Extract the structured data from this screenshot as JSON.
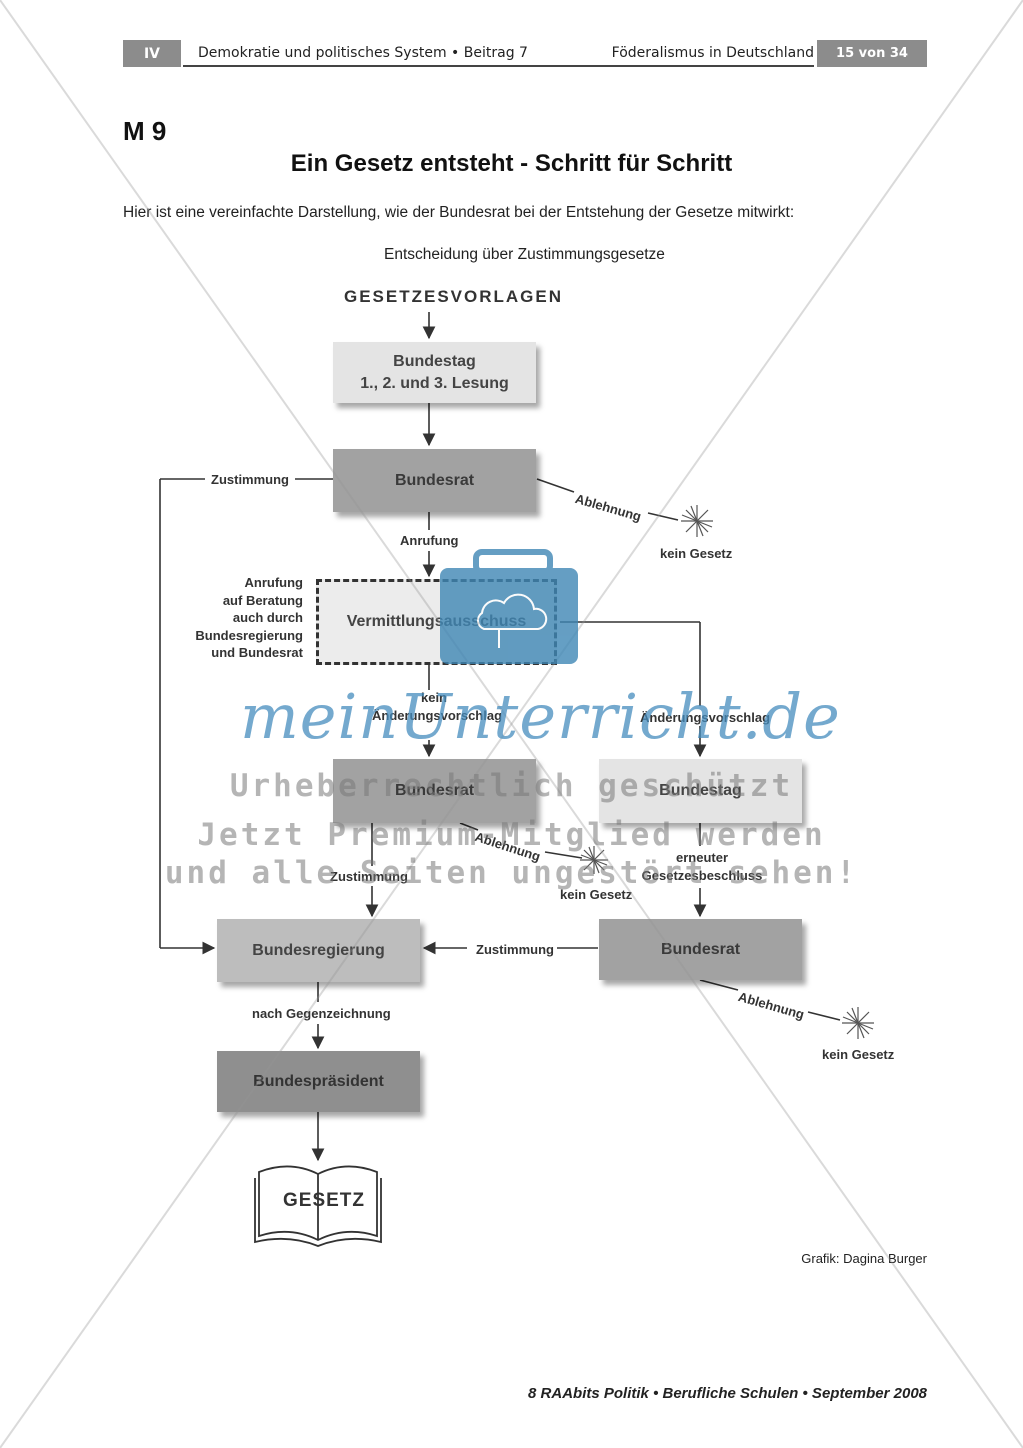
{
  "header": {
    "section": "IV",
    "series": "Demokratie und politisches System • Beitrag 7",
    "topic": "Föderalismus in Deutschland",
    "page": "15 von 34"
  },
  "material_number": "M 9",
  "title": "Ein Gesetz entsteht - Schritt für Schritt",
  "intro": "Hier ist eine vereinfachte Darstellung, wie der Bundesrat bei der Entstehung der Gesetze mitwirkt:",
  "subtitle": "Entscheidung über Zustimmungsgesetze",
  "diagram": {
    "start": "GESETZESVORLAGEN",
    "nodes": {
      "bundestag_1": [
        "Bundestag",
        "1., 2. und 3. Lesung"
      ],
      "bundesrat_1": "Bundesrat",
      "vermittlung": "Vermittlungsausschuss",
      "bundesrat_2": "Bundesrat",
      "bundestag_2": "Bundestag",
      "bundesregierung": "Bundesregierung",
      "bundesrat_3": "Bundesrat",
      "bundespraesident": "Bundespräsident",
      "gesetz": "GESETZ"
    },
    "labels": {
      "zustimmung_1": "Zustimmung",
      "ablehnung_1": "Ablehnung",
      "kein_gesetz_1": "kein Gesetz",
      "anrufung": "Anrufung",
      "anrufung_beratung": [
        "Anrufung",
        "auf Beratung",
        "auch durch",
        "Bundesregierung",
        "und Bundesrat"
      ],
      "kein_aenderung": [
        "kein",
        "Änderungsvorschlag"
      ],
      "aenderung": "Änderungsvorschlag",
      "ablehnung_2": "Ablehnung",
      "kein_gesetz_2": "kein Gesetz",
      "zustimmung_2": "Zustimmung",
      "erneuter": [
        "erneuter",
        "Gesetzesbeschluss"
      ],
      "zustimmung_3": "Zustimmung",
      "ablehnung_3": "Ablehnung",
      "kein_gesetz_3": "kein Gesetz",
      "gegenzeichnung": "nach Gegenzeichnung"
    }
  },
  "credit": "Grafik: Dagina Burger",
  "footer": "8 RAAbits Politik • Berufliche Schulen • September 2008",
  "watermark": {
    "logo": "meinUnterricht.de",
    "line1": "Urheberrechtlich geschützt",
    "line2": "Jetzt Premium-Mitglied werden",
    "line3": "und alle Seiten ungestört sehen!"
  }
}
